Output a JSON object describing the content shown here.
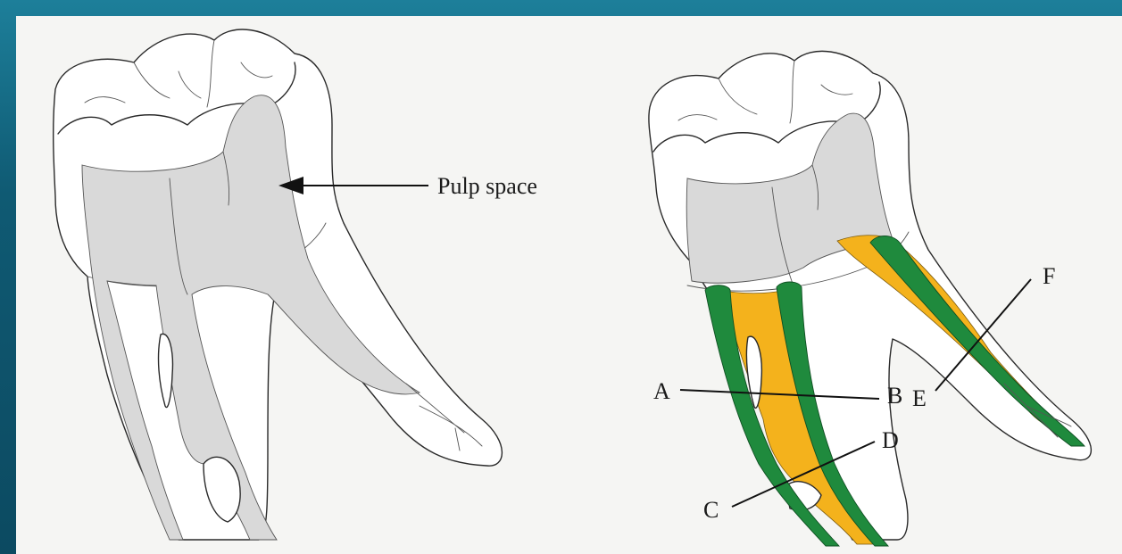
{
  "labels": {
    "pulp_space": "Pulp space",
    "A": "A",
    "B": "B",
    "C": "C",
    "D": "D",
    "E": "E",
    "F": "F"
  },
  "colors": {
    "background_frame": "#1d7f9a",
    "panel": "#f5f5f3",
    "pulp": "#d9d9d9",
    "canal_gold": "#f4b21c",
    "canal_wall_green": "#1f8a3d"
  }
}
